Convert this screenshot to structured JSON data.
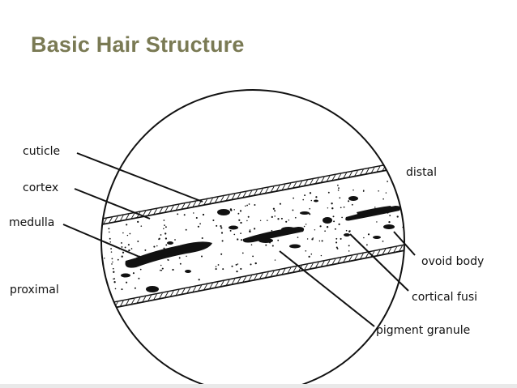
{
  "title": "Basic Hair Structure",
  "labels": {
    "cuticle": "cuticle",
    "cortex": "cortex",
    "medulla": "medulla",
    "proximal": "proximal",
    "distal": "distal",
    "ovoid_body": "ovoid body",
    "cortical_fusi": "cortical fusi",
    "pigment_granule": "pigment granule"
  },
  "colors": {
    "title": "#7a7a54",
    "ink": "#111111"
  }
}
